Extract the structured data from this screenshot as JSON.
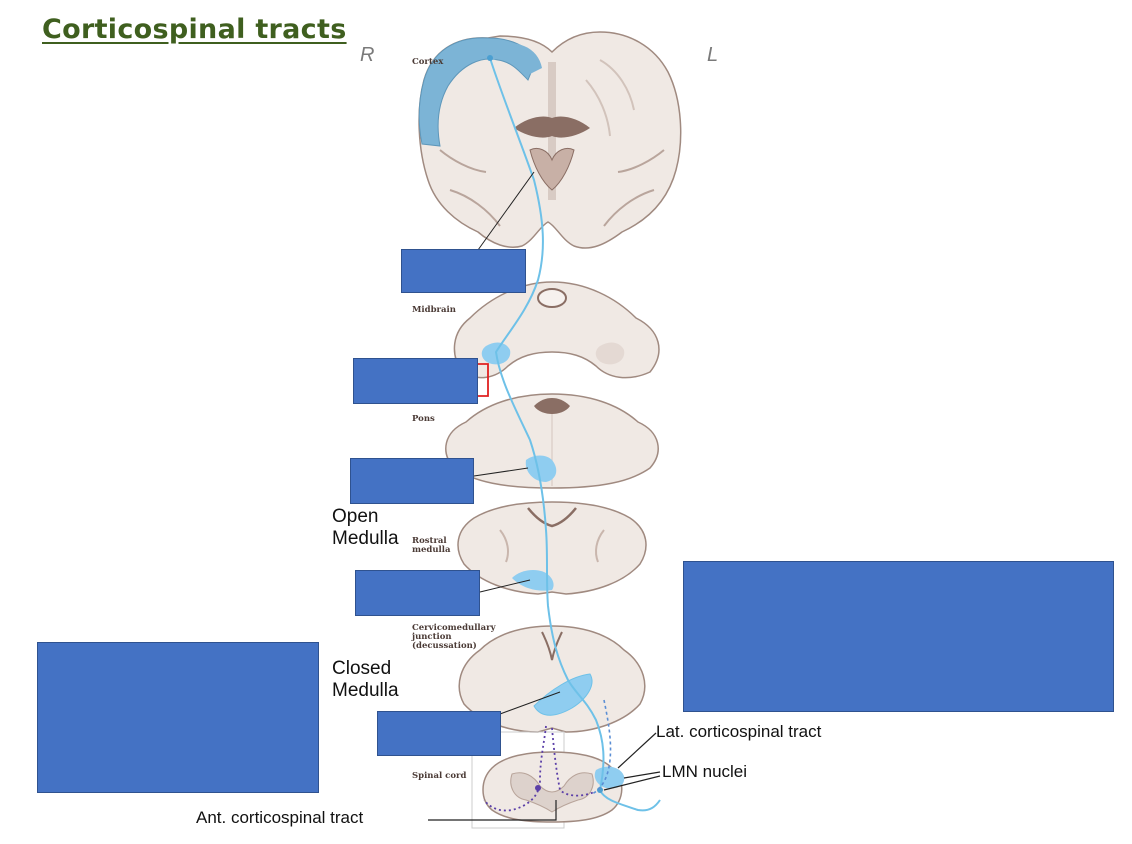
{
  "title": "Corticospinal tracts",
  "side_labels": {
    "right": "R",
    "left": "L"
  },
  "level_labels": {
    "cortex": "Cortex",
    "midbrain": "Midbrain",
    "pons": "Pons",
    "rostral_medulla": "Rostral medulla",
    "cervicomedullary": "Cervicomedullary junction (decussation)",
    "spinal_cord": "Spinal cord"
  },
  "region_labels": {
    "open_medulla": "Open Medulla",
    "closed_medulla": "Closed Medulla"
  },
  "annotations": {
    "lateral_tract": "Lat. corticospinal tract",
    "lmn_nuclei": "LMN nuclei",
    "anterior_tract": "Ant. corticospinal tract"
  },
  "colors": {
    "title": "#3f5f1f",
    "tract": "#6ec1e8",
    "tract_fill": "#8fcdf0",
    "tissue": "#f0e9e4",
    "tissue_edge": "#a08a80",
    "cover_box": "#4472c4",
    "anterior_tract_dots": "#5b3fa8"
  }
}
